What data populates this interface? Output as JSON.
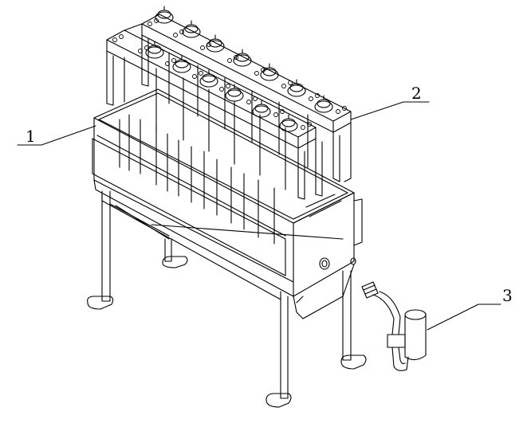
{
  "figure": {
    "callouts": [
      {
        "id": "1",
        "label": "1"
      },
      {
        "id": "2",
        "label": "2"
      },
      {
        "id": "3",
        "label": "3"
      }
    ],
    "colors": {
      "stroke": "#000000",
      "background": "#ffffff"
    }
  }
}
